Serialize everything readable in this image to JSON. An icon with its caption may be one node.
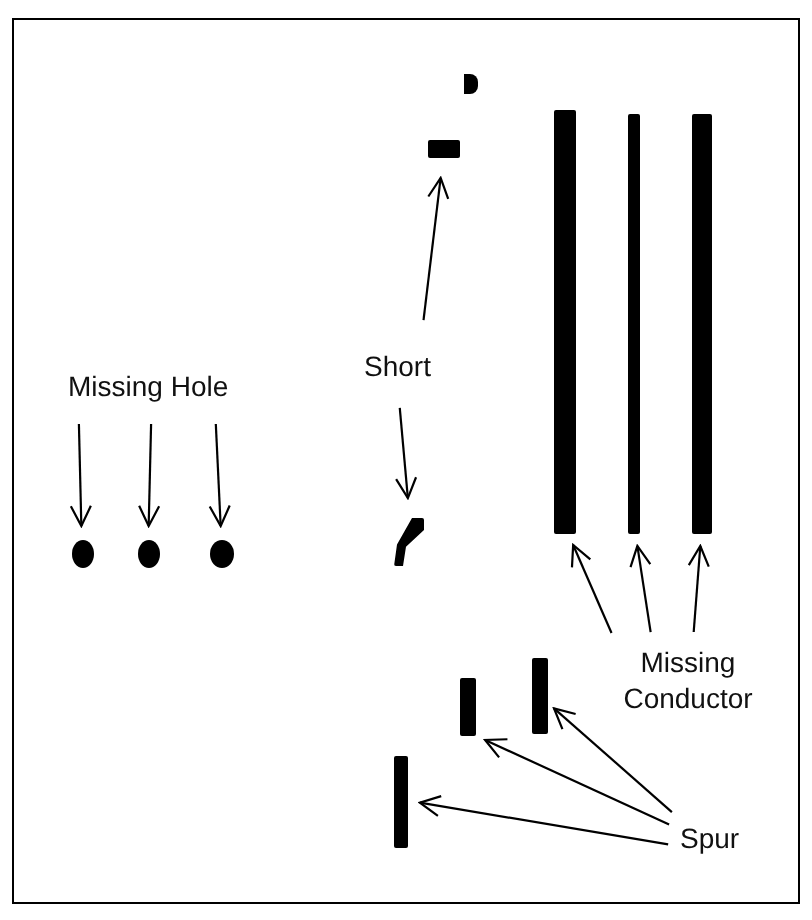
{
  "diagram": {
    "nodes": [
      {
        "text": [],
        "shape": "box"
      },
      {
        "text": [],
        "shape": "bar"
      },
      {
        "text": [],
        "shape": "bar"
      },
      {
        "text": [],
        "shape": "bar"
      },
      {
        "text": [
          "Short"
        ]
      },
      {
        "text": [
          "Missing Hole"
        ]
      },
      {
        "text": [],
        "shape": "circle"
      },
      {
        "text": [],
        "shape": "circle"
      },
      {
        "text": [],
        "shape": "circle"
      },
      {
        "text": [],
        "shape": "box"
      },
      {
        "text": [
          "Missing Conductor"
        ]
      },
      {
        "text": [],
        "shape": "bar"
      },
      {
        "text": [],
        "shape": "bar"
      },
      {
        "text": [],
        "shape": "bar"
      },
      {
        "text": [
          "Spur"
        ]
      }
    ],
    "edges": [
      {
        "from": 4,
        "to": 0,
        "arrow": "to"
      },
      {
        "from": 4,
        "to": 9,
        "arrow": "to"
      },
      {
        "from": 5,
        "to": 6,
        "arrow": "to"
      },
      {
        "from": 5,
        "to": 7,
        "arrow": "to"
      },
      {
        "from": 5,
        "to": 8,
        "arrow": "to"
      },
      {
        "from": 10,
        "to": 1,
        "arrow": "to"
      },
      {
        "from": 10,
        "to": 2,
        "arrow": "to"
      },
      {
        "from": 10,
        "to": 3,
        "arrow": "to"
      },
      {
        "from": 14,
        "to": 11,
        "arrow": "to"
      },
      {
        "from": 14,
        "to": 12,
        "arrow": "to"
      },
      {
        "from": 14,
        "to": 13,
        "arrow": "to"
      }
    ]
  }
}
